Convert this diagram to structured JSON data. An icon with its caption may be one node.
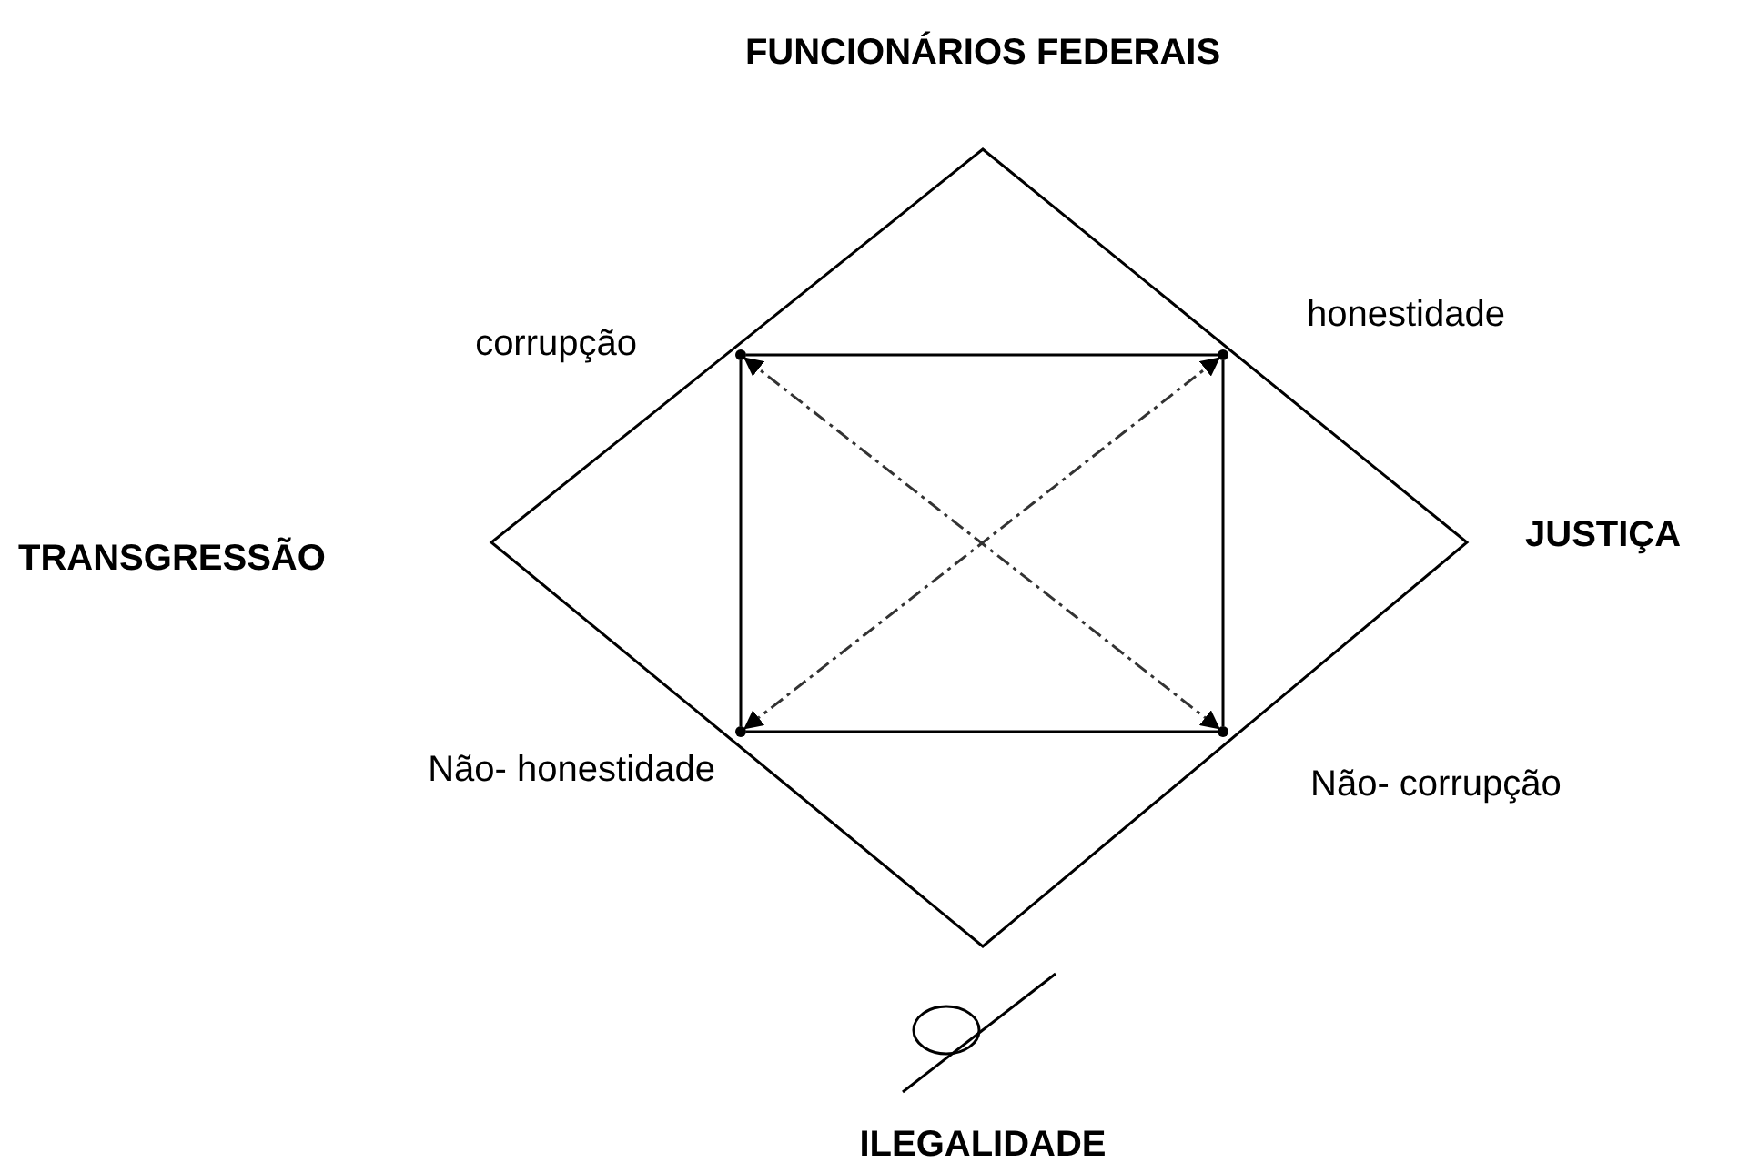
{
  "diagram": {
    "title": "FUNCIONÁRIOS FEDERAIS",
    "nodes": [
      {
        "text": [],
        "shape": "point",
        "beside": [
          "corrupção"
        ]
      },
      {
        "text": [],
        "shape": "point",
        "beside": [
          "honestidade"
        ]
      },
      {
        "text": [],
        "shape": "point",
        "beside": [
          "Não- honestidade"
        ]
      },
      {
        "text": [],
        "shape": "point",
        "beside": [
          "Não- corrupção"
        ]
      }
    ],
    "edges": [
      {
        "from": 0,
        "to": 1,
        "arrow": "none"
      },
      {
        "from": 1,
        "to": 3,
        "arrow": "none"
      },
      {
        "from": 3,
        "to": 2,
        "arrow": "none"
      },
      {
        "from": 2,
        "to": 0,
        "arrow": "none"
      },
      {
        "from": 0,
        "to": 3,
        "arrow": "both",
        "style": "dashed"
      },
      {
        "from": 1,
        "to": 2,
        "arrow": "both",
        "style": "dashed"
      }
    ],
    "labels": [
      "TRANSGRESSÃO",
      "JUSTIÇA",
      "ILEGALIDADE"
    ]
  }
}
